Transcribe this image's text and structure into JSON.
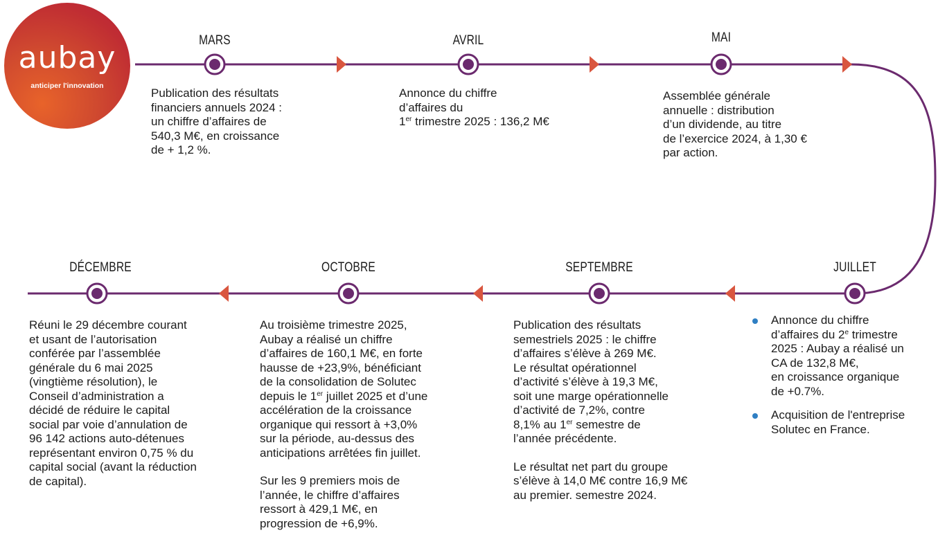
{
  "logo": {
    "wordmark": "aubay",
    "tagline": "anticiper l'innovation"
  },
  "colors": {
    "line": "#6b2a6e",
    "node": "#6b2a6e",
    "arrow": "#d9563f",
    "bullet": "#2f7fc3"
  },
  "milestones": {
    "mars": {
      "month": "MARS",
      "lines": [
        "Publication des résultats",
        "financiers annuels 2024 :",
        "un chiffre d’affaires de",
        "540,3 M€, en croissance",
        "de + 1,2 %."
      ]
    },
    "avril": {
      "month": "AVRIL",
      "lines": [
        "Annonce du chiffre",
        "d’affaires du"
      ],
      "line3_num": "1",
      "line3_sup": "er",
      "line3_rest": " trimestre 2025 : 136,2 M€"
    },
    "mai": {
      "month": "MAI",
      "lines": [
        "Assemblée générale",
        "annuelle : distribution",
        "d’un dividende, au titre",
        "de l’exercice 2024, à 1,30 €",
        "par action."
      ]
    },
    "juillet": {
      "month": "JUILLET",
      "b1_l1": "Annonce du chiffre",
      "b1_l2a": "d’affaires du 2",
      "b1_l2sup": "e",
      "b1_l2b": " trimestre",
      "b1_l3": "2025 : Aubay a réalisé un",
      "b1_l4": "CA de 132,8 M€,",
      "b1_l5": "en croissance organique",
      "b1_l6": "de +0.7%.",
      "b2_l1": "Acquisition de l'entreprise",
      "b2_l2": "Solutec en France."
    },
    "septembre": {
      "month": "SEPTEMBRE",
      "l1": "Publication des résultats",
      "l2": "semestriels 2025 : le chiffre",
      "l3": "d’affaires s’élève à 269 M€.",
      "l4": "Le résultat opérationnel",
      "l5": "d’activité s’élève à 19,3 M€,",
      "l6": "soit une marge opérationnelle",
      "l7": "d’activité de 7,2%, contre",
      "l8a": "8,1% au 1",
      "l8sup": "er",
      "l8b": " semestre de",
      "l9": "l’année précédente.",
      "p2_l1": "Le résultat net part du groupe",
      "p2_l2": "s’élève à 14,0 M€ contre 16,9 M€",
      "p2_l3": "au premier. semestre 2024."
    },
    "octobre": {
      "month": "OCTOBRE",
      "l1": "Au troisième trimestre 2025,",
      "l2": "Aubay a réalisé un chiffre",
      "l3": "d’affaires de 160,1 M€, en forte",
      "l4": "hausse de +23,9%, bénéficiant",
      "l5": "de la consolidation de Solutec",
      "l6a": "depuis le 1",
      "l6sup": "er",
      "l6b": " juillet 2025 et d’une",
      "l7": "accélération de la croissance",
      "l8": "organique qui ressort à +3,0%",
      "l9": "sur la période, au-dessus des",
      "l10": "anticipations arrêtées fin juillet.",
      "p2_l1": "Sur les 9 premiers mois de",
      "p2_l2": "l’année, le chiffre d’affaires",
      "p2_l3": "ressort à 429,1 M€, en",
      "p2_l4": "progression de +6,9%."
    },
    "decembre": {
      "month": "DÉCEMBRE",
      "lines": [
        "Réuni le 29 décembre courant",
        "et usant de l’autorisation",
        "conférée par l’assemblée",
        "générale du 6 mai 2025",
        "(vingtième résolution), le",
        "Conseil d’administration a",
        "décidé de réduire le capital",
        "social par voie d’annulation de",
        "96 142 actions auto-détenues",
        "représentant environ 0,75 % du",
        "capital social (avant la réduction",
        "de capital)."
      ]
    }
  }
}
